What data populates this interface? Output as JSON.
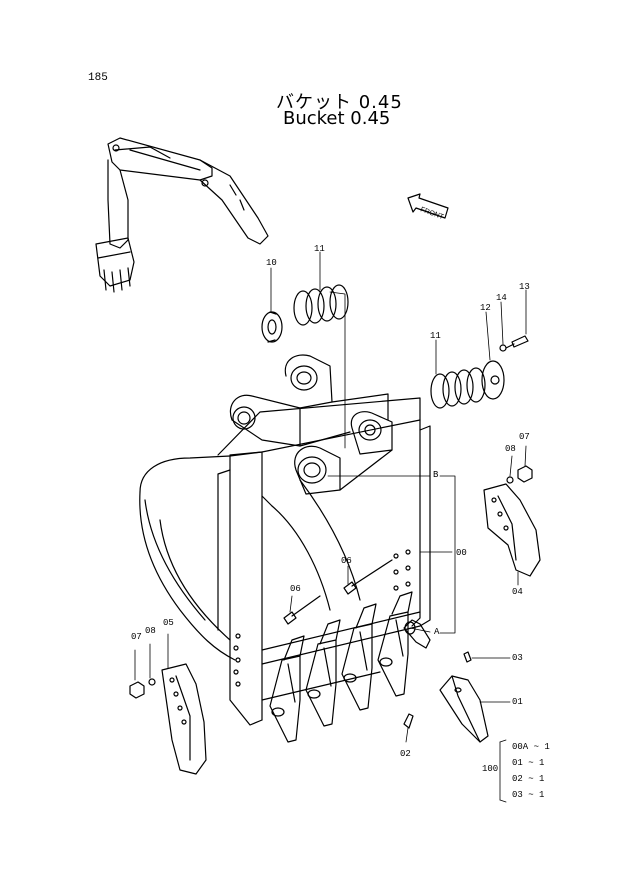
{
  "page_number": "185",
  "title": {
    "japanese": "バケット  0.45",
    "english": "Bucket 0.45"
  },
  "direction_label": "FRONT",
  "callouts": {
    "c10": "10",
    "c11a": "11",
    "c11b": "11",
    "c12": "12",
    "c13": "13",
    "c14": "14",
    "c08r": "08",
    "c07r": "07",
    "cB": "B",
    "c00": "00",
    "c04": "04",
    "c06a": "06",
    "c06b": "06",
    "cA": "A",
    "c03": "03",
    "c01": "01",
    "c02": "02",
    "c07l": "07",
    "c08l": "08",
    "c05": "05"
  },
  "kit": {
    "number": "100",
    "items": [
      "00A ~ 1",
      "01  ~ 1",
      "02  ~ 1",
      "03  ~ 1"
    ]
  }
}
